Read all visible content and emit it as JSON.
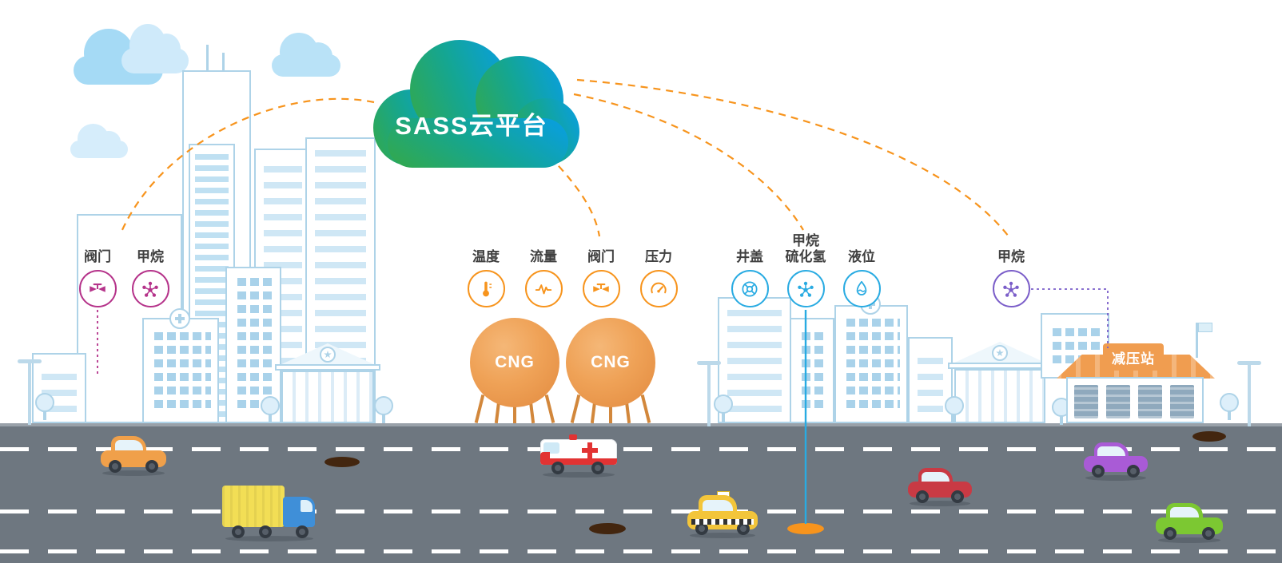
{
  "cloud": {
    "label": "SASS云平台"
  },
  "sensor_groups": [
    {
      "id": "city-sensors",
      "color": "#b5338a",
      "sensors": [
        {
          "label": "阀门",
          "icon": "valve-icon"
        },
        {
          "label": "甲烷",
          "icon": "molecule-icon"
        }
      ]
    },
    {
      "id": "cng-station-sensors",
      "color": "#f7941d",
      "sensors": [
        {
          "label": "温度",
          "icon": "thermometer-icon"
        },
        {
          "label": "流量",
          "icon": "flow-icon"
        },
        {
          "label": "阀门",
          "icon": "valve-icon"
        },
        {
          "label": "压力",
          "icon": "gauge-icon"
        }
      ]
    },
    {
      "id": "manhole-sensors",
      "color": "#29abe2",
      "sensors": [
        {
          "label": "井盖",
          "icon": "manhole-icon"
        },
        {
          "label": "甲烷\n硫化氢",
          "icon": "molecule-icon"
        },
        {
          "label": "液位",
          "icon": "liquid-level-icon"
        }
      ]
    },
    {
      "id": "pressure-station-sensor",
      "color": "#7b5ec9",
      "sensors": [
        {
          "label": "甲烷",
          "icon": "molecule-icon"
        }
      ]
    }
  ],
  "tanks": [
    {
      "label": "CNG"
    },
    {
      "label": "CNG"
    }
  ],
  "station": {
    "sign": "减压站"
  },
  "colors": {
    "connection_orange": "#f7941d",
    "sensor_magenta": "#b5338a",
    "sensor_orange": "#f7941d",
    "sensor_blue": "#29abe2",
    "sensor_purple": "#7b5ec9",
    "cloud_green": "#2fa855",
    "cloud_blue": "#0a9fd8",
    "tank_orange": "#efa257",
    "road_gray": "#6e7780",
    "building_line": "#aed3e8"
  }
}
